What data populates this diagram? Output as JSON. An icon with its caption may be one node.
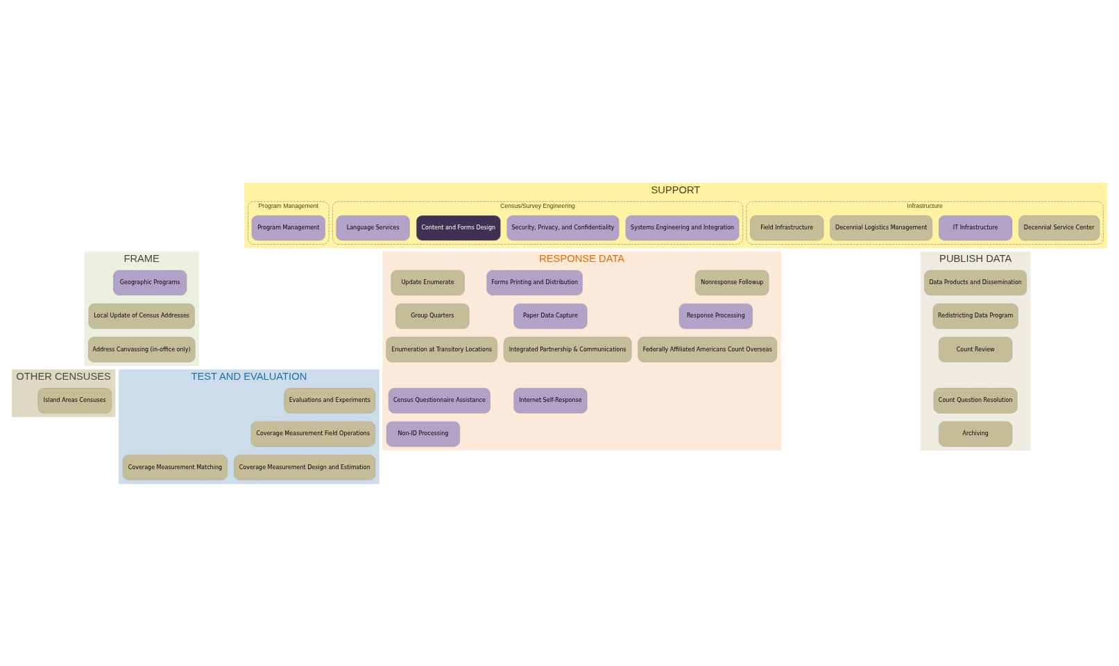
{
  "diagram": {
    "nodes": [
      {
        "text": [
          "SUPPORT"
        ]
      },
      {
        "text": [
          "Program Management"
        ],
        "in": 0
      },
      {
        "text": [
          "Program Management"
        ],
        "in": 1
      },
      {
        "text": [
          "Census/Survey Engineering"
        ],
        "in": 0
      },
      {
        "text": [
          "Systems Engineering and Integration"
        ],
        "in": 3
      },
      {
        "text": [
          "Security, Privacy, and Confidentiality"
        ],
        "in": 3
      },
      {
        "text": [
          "Content and Forms Design"
        ],
        "in": 3
      },
      {
        "text": [
          "Language Services"
        ],
        "in": 3
      },
      {
        "text": [
          "Infrastructure"
        ],
        "in": 0
      },
      {
        "text": [
          "Decennial Service Center"
        ],
        "in": 8
      },
      {
        "text": [
          "Field Infrastructure"
        ],
        "in": 8
      },
      {
        "text": [
          "Decennial Logistics Management"
        ],
        "in": 8
      },
      {
        "text": [
          "IT Infrastructure"
        ],
        "in": 8
      },
      {
        "text": [
          "FRAME"
        ]
      },
      {
        "text": [
          "Geographic Programs"
        ],
        "in": 13
      },
      {
        "text": [
          "Local Update of Census Addresses"
        ],
        "in": 13
      },
      {
        "text": [
          "Address Canvassing (in-office only)"
        ],
        "in": 13
      },
      {
        "text": [
          "RESPONSE DATA"
        ]
      },
      {
        "text": [
          "Forms Printing and Distribution"
        ],
        "in": 17
      },
      {
        "text": [
          "Update Enumerate"
        ],
        "in": 17
      },
      {
        "text": [
          "Nonresponse Followup"
        ],
        "in": 17
      },
      {
        "text": [
          "Paper Data Capture"
        ],
        "in": 17
      },
      {
        "text": [
          "Group Quarters"
        ],
        "in": 17
      },
      {
        "text": [
          "Response Processing"
        ],
        "in": 17
      },
      {
        "text": [
          "Integrated Partnership & Communications"
        ],
        "in": 17
      },
      {
        "text": [
          "Enumeration at Transitory Locations"
        ],
        "in": 17
      },
      {
        "text": [
          "Federally Affiliated Americans Count Overseas"
        ],
        "in": 17
      },
      {
        "text": [
          "Internet Self-Response"
        ],
        "in": 17
      },
      {
        "text": [
          "Census Questionnaire Assistance"
        ],
        "in": 17
      },
      {
        "text": [
          "Non-ID Processing"
        ],
        "in": 17
      },
      {
        "text": [
          "PUBLISH DATA"
        ]
      },
      {
        "text": [
          "Data Products and Dissemination"
        ],
        "in": 30
      },
      {
        "text": [
          "Redistricting Data Program"
        ],
        "in": 30
      },
      {
        "text": [
          "Count Review"
        ],
        "in": 30
      },
      {
        "text": [
          "Count Question Resolution"
        ],
        "in": 30
      },
      {
        "text": [
          "Archiving"
        ],
        "in": 30
      },
      {
        "text": [
          "OTHER CENSUSES"
        ]
      },
      {
        "text": [
          "Island Areas Censuses"
        ],
        "in": 36
      },
      {
        "text": [
          "TEST AND EVALUATION"
        ]
      },
      {
        "text": [
          "Coverage Measurement Design and Estimation"
        ],
        "in": 38
      },
      {
        "text": [
          "Coverage Measurement Matching"
        ],
        "in": 38
      },
      {
        "text": [
          "Coverage Measurement Field Operations"
        ],
        "in": 38
      },
      {
        "text": [
          "Evaluations and Experiments"
        ],
        "in": 38
      }
    ],
    "edges": []
  }
}
